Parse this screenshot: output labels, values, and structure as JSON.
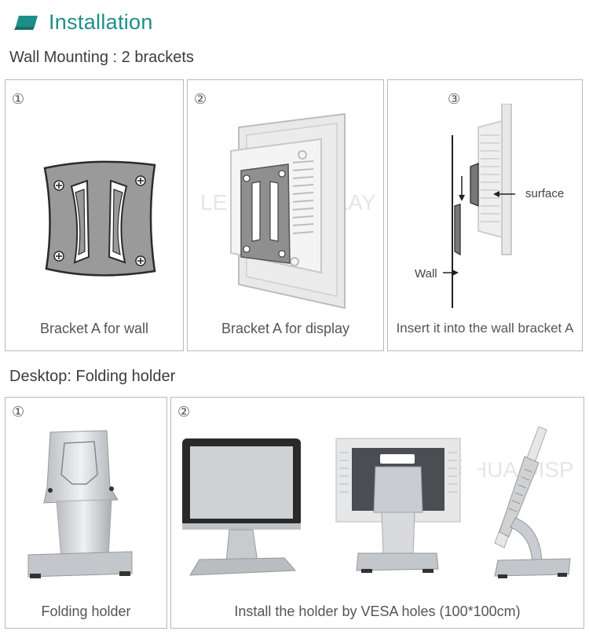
{
  "header": {
    "title": "Installation",
    "icon": "installation-icon",
    "accent_color": "#1c8f87"
  },
  "wall_section": {
    "title": "Wall Mounting : 2 brackets",
    "panels": [
      {
        "number": "①",
        "caption": "Bracket A for wall"
      },
      {
        "number": "②",
        "caption": "Bracket A for display"
      },
      {
        "number": "③",
        "caption": "Insert it into the wall bracket A",
        "labels": {
          "surface": "surface",
          "wall": "Wall"
        }
      }
    ]
  },
  "desktop_section": {
    "title": "Desktop: Folding holder",
    "panels": [
      {
        "number": "①",
        "caption": "Folding holder"
      },
      {
        "number": "②",
        "caption": "Install the holder by VESA holes (100*100cm)"
      }
    ]
  },
  "watermark": "LE HUA DISPLAY"
}
